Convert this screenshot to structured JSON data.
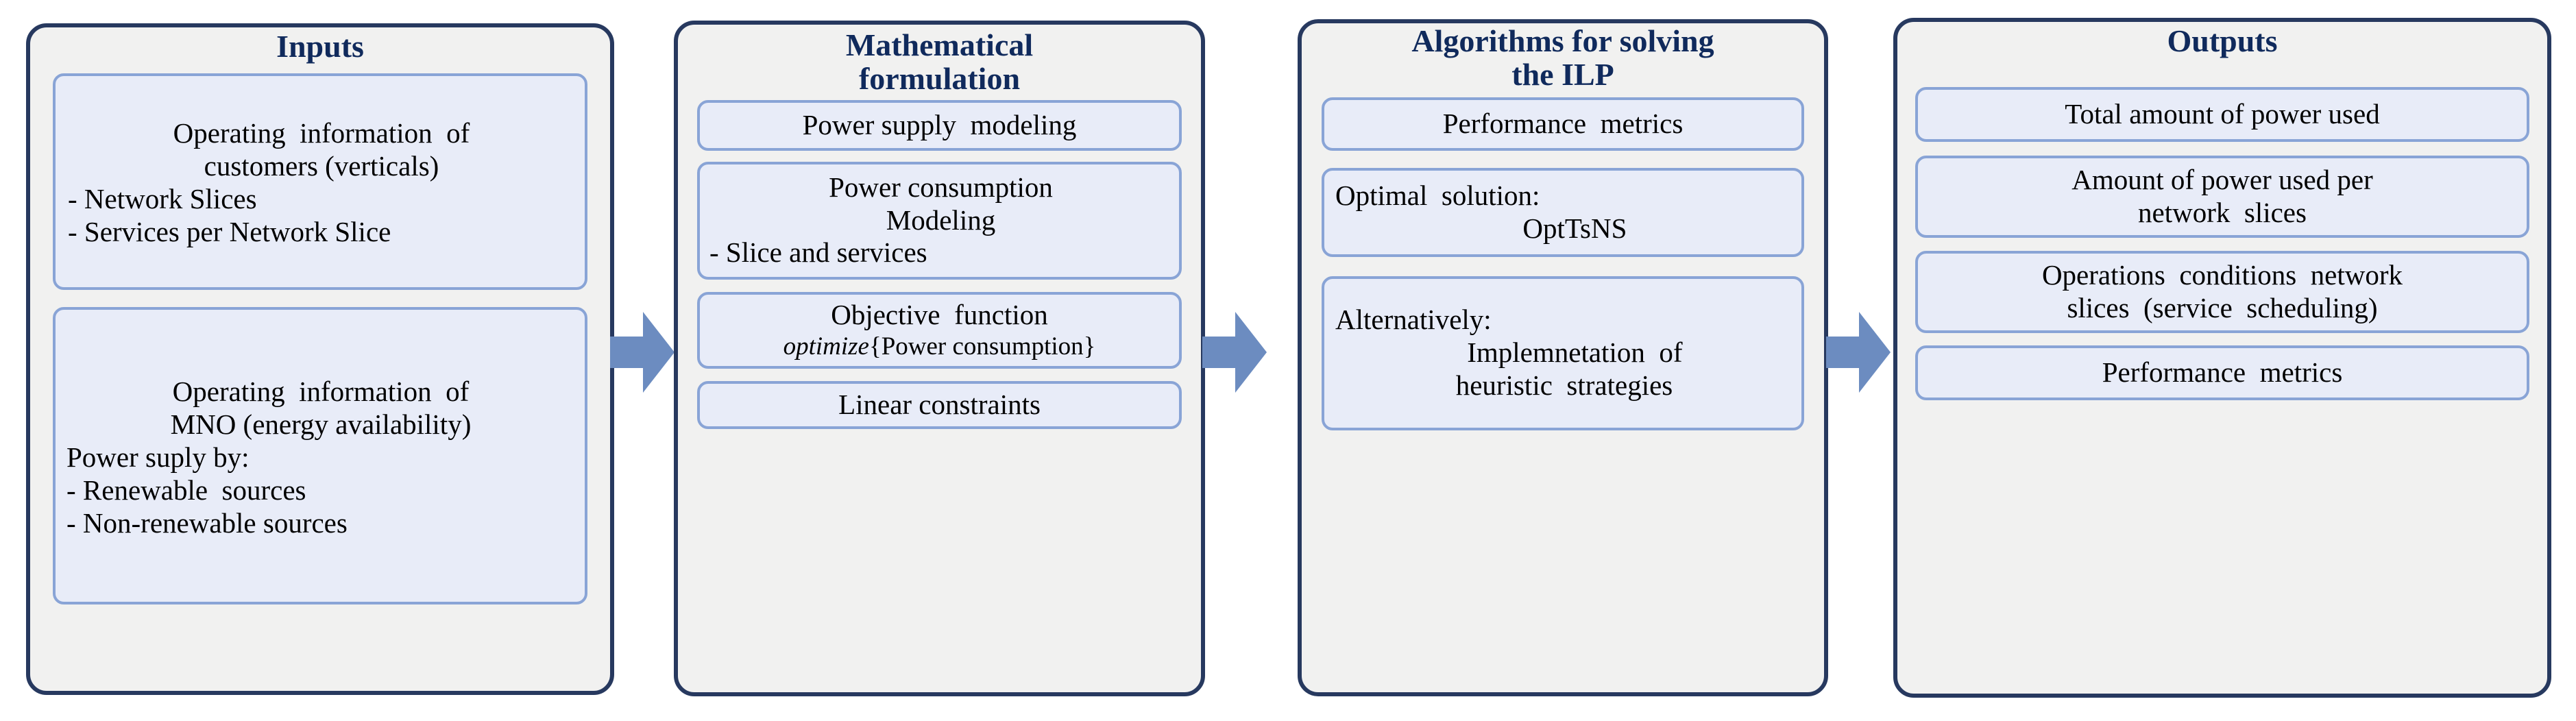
{
  "diagram": {
    "title": "Power-aware network slicing ILP workflow",
    "colors": {
      "panel_border": "#27395f",
      "panel_fill": "#f1f1f0",
      "box_border": "#89a4d6",
      "box_fill": "#e8ecf8",
      "title_text": "#102a5c",
      "arrow_fill": "#6c8cc0",
      "body_text": "#000000",
      "page_background": "#ffffff"
    },
    "panels": [
      {
        "id": "inputs",
        "title": "Inputs",
        "boxes": [
          {
            "id": "customer-info",
            "lines": [
              {
                "text": "Operating  information  of",
                "align": "center"
              },
              {
                "text": "customers (verticals)",
                "align": "center"
              },
              {
                "text": "- Network Slices",
                "align": "left"
              },
              {
                "text": "- Services per Network Slice",
                "align": "left"
              }
            ]
          },
          {
            "id": "mno-info",
            "lines": [
              {
                "text": "Operating  information  of",
                "align": "center"
              },
              {
                "text": "MNO (energy availability)",
                "align": "center"
              },
              {
                "text": "Power suply by:",
                "align": "left"
              },
              {
                "text": "- Renewable  sources",
                "align": "left"
              },
              {
                "text": "- Non-renewable sources",
                "align": "left"
              }
            ]
          }
        ]
      },
      {
        "id": "mathematical-formulation",
        "title": "Mathematical\nformulation",
        "boxes": [
          {
            "id": "power-supply-modeling",
            "lines": [
              {
                "text": "Power supply  modeling",
                "align": "center"
              }
            ]
          },
          {
            "id": "power-consumption-modeling",
            "lines": [
              {
                "text": "Power consumption",
                "align": "center"
              },
              {
                "text": "Modeling",
                "align": "center"
              },
              {
                "text": "- Slice and services",
                "align": "left"
              }
            ]
          },
          {
            "id": "objective-function",
            "lines": [
              {
                "text": "Objective  function",
                "align": "center"
              },
              {
                "text_italic": "optimize",
                "text_rest": "{Power consumption}",
                "align": "center",
                "size": "sm"
              }
            ]
          },
          {
            "id": "linear-constraints",
            "lines": [
              {
                "text": "Linear constraints",
                "align": "center"
              }
            ]
          }
        ]
      },
      {
        "id": "algorithms-for-solving-the-ilp",
        "title": "Algorithms for solving\nthe ILP",
        "boxes": [
          {
            "id": "performance-metrics",
            "lines": [
              {
                "text": "Performance  metrics",
                "align": "center"
              }
            ]
          },
          {
            "id": "optimal-solution",
            "lines": [
              {
                "text": "Optimal  solution:",
                "align": "left"
              },
              {
                "text": "   OptTsNS",
                "align": "center"
              }
            ]
          },
          {
            "id": "alternative-heuristics",
            "lines": [
              {
                "text": "Alternatively:",
                "align": "left"
              },
              {
                "text": "   Implemnetation  of",
                "align": "center"
              },
              {
                "text": "heuristic  strategies",
                "align": "center"
              }
            ]
          }
        ]
      },
      {
        "id": "outputs",
        "title": "Outputs",
        "boxes": [
          {
            "id": "total-power-used",
            "lines": [
              {
                "text": "Total amount of power used",
                "align": "center"
              }
            ]
          },
          {
            "id": "power-per-slice",
            "lines": [
              {
                "text": "Amount of power used per",
                "align": "center"
              },
              {
                "text": "network  slices",
                "align": "center"
              }
            ]
          },
          {
            "id": "operations-conditions",
            "lines": [
              {
                "text": "Operations  conditions  network",
                "align": "center"
              },
              {
                "text": "slices  (service  scheduling)",
                "align": "center"
              }
            ]
          },
          {
            "id": "performance-metrics-out",
            "lines": [
              {
                "text": "Performance  metrics",
                "align": "center"
              }
            ]
          }
        ]
      }
    ],
    "arrows": [
      {
        "id": "inputs-to-math",
        "from": "inputs",
        "to": "mathematical-formulation",
        "direction": "right"
      },
      {
        "id": "math-to-algo",
        "from": "mathematical-formulation",
        "to": "algorithms-for-solving-the-ilp",
        "direction": "right"
      },
      {
        "id": "algo-to-outputs",
        "from": "algorithms-for-solving-the-ilp",
        "to": "outputs",
        "direction": "right"
      }
    ]
  }
}
